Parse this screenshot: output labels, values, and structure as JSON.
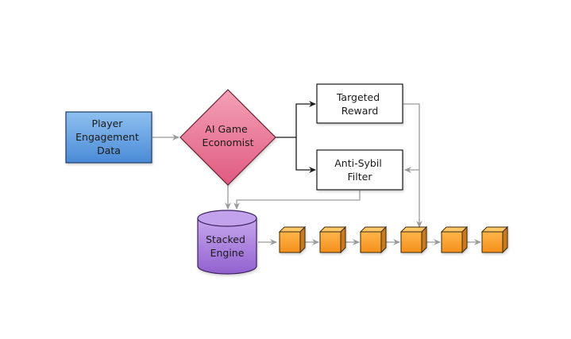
{
  "diagram": {
    "nodes": {
      "player_data": {
        "lines": [
          "Player",
          "Engagement",
          "Data"
        ],
        "shape": "rectangle",
        "fill": "#5b9bd5"
      },
      "economist": {
        "lines": [
          "AI Game",
          "Economist"
        ],
        "shape": "diamond",
        "fill": "#e8708f"
      },
      "targeted_reward": {
        "lines": [
          "Targeted",
          "Reward"
        ],
        "shape": "rectangle",
        "fill": "#ffffff"
      },
      "anti_sybil": {
        "lines": [
          "Anti-Sybil",
          "Filter"
        ],
        "shape": "rectangle",
        "fill": "#ffffff"
      },
      "stacked_engine": {
        "lines": [
          "Stacked",
          "Engine"
        ],
        "shape": "cylinder",
        "fill": "#a57fd6"
      },
      "blocks": {
        "count": 6,
        "shape": "cube",
        "fill": "#f5a030"
      }
    },
    "edges": [
      {
        "from": "player_data",
        "to": "economist"
      },
      {
        "from": "economist",
        "to": "targeted_reward"
      },
      {
        "from": "economist",
        "to": "anti_sybil"
      },
      {
        "from": "economist",
        "to": "stacked_engine"
      },
      {
        "from": "anti_sybil",
        "to": "stacked_engine"
      },
      {
        "from": "targeted_reward",
        "to": "anti_sybil"
      },
      {
        "from": "targeted_reward",
        "to": "block-4"
      },
      {
        "from": "stacked_engine",
        "to": "block-1"
      },
      {
        "from": "block-1",
        "to": "block-2"
      },
      {
        "from": "block-2",
        "to": "block-3"
      },
      {
        "from": "block-3",
        "to": "block-4"
      },
      {
        "from": "block-4",
        "to": "block-5"
      },
      {
        "from": "block-5",
        "to": "block-6"
      }
    ]
  }
}
